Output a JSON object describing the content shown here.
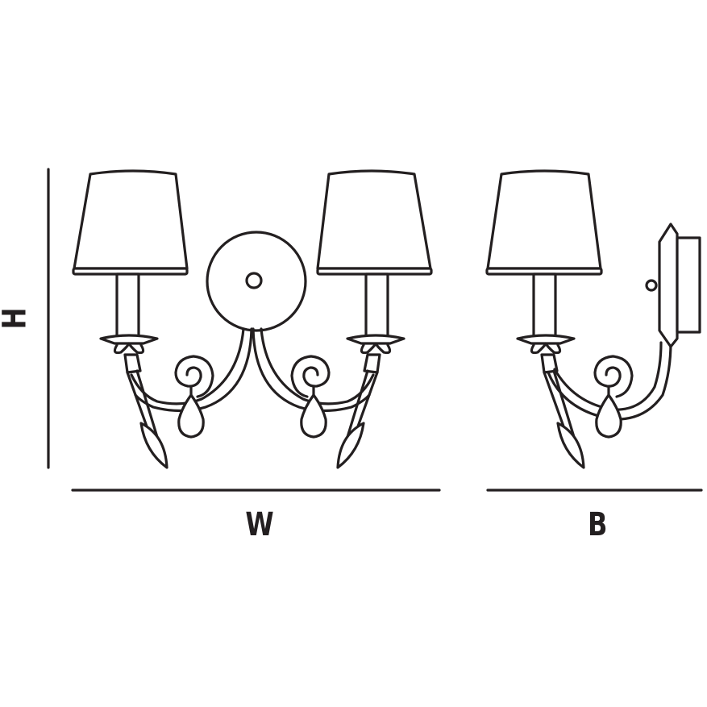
{
  "dimensions": {
    "height_label": "H",
    "width_label": "W",
    "depth_label": "B"
  },
  "colors": {
    "line": "#231f20",
    "background": "#ffffff"
  }
}
